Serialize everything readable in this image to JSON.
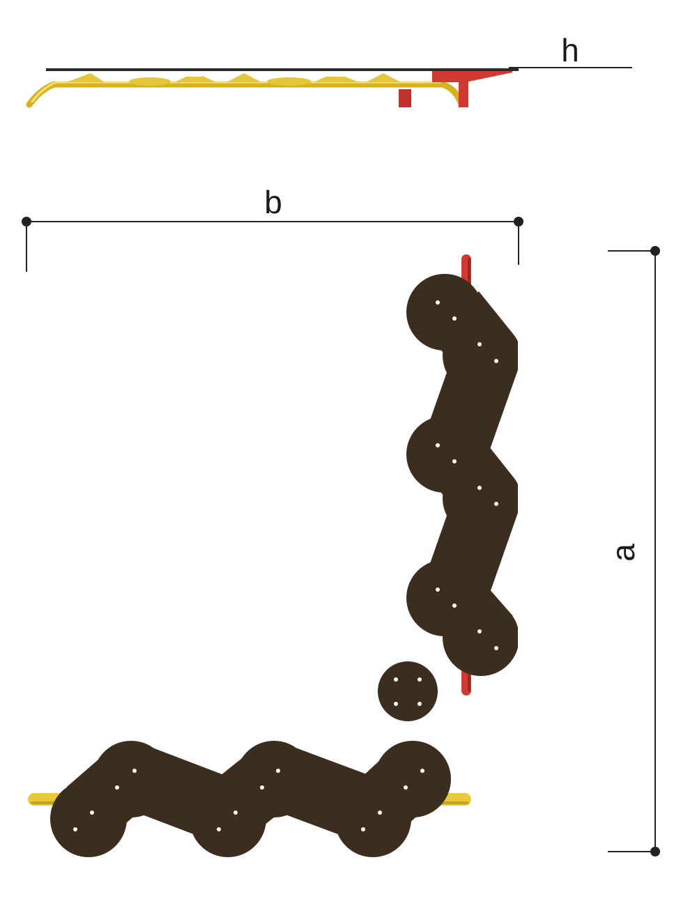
{
  "labels": {
    "height": "h",
    "width": "b",
    "length": "a"
  },
  "colors": {
    "background": "#ffffff",
    "deck": "#3b2e1f",
    "hole": "#ffffff",
    "frame_yellow": "#e8c93a",
    "frame_yellow_dark": "#c9a317",
    "frame_red": "#cf3b33",
    "frame_red_dark": "#9e2520",
    "dimension_line": "#222222"
  },
  "icons": {
    "dimension_end": "dot",
    "decking": "wavy-deck-segment",
    "stepping_pad": "round-pad"
  }
}
